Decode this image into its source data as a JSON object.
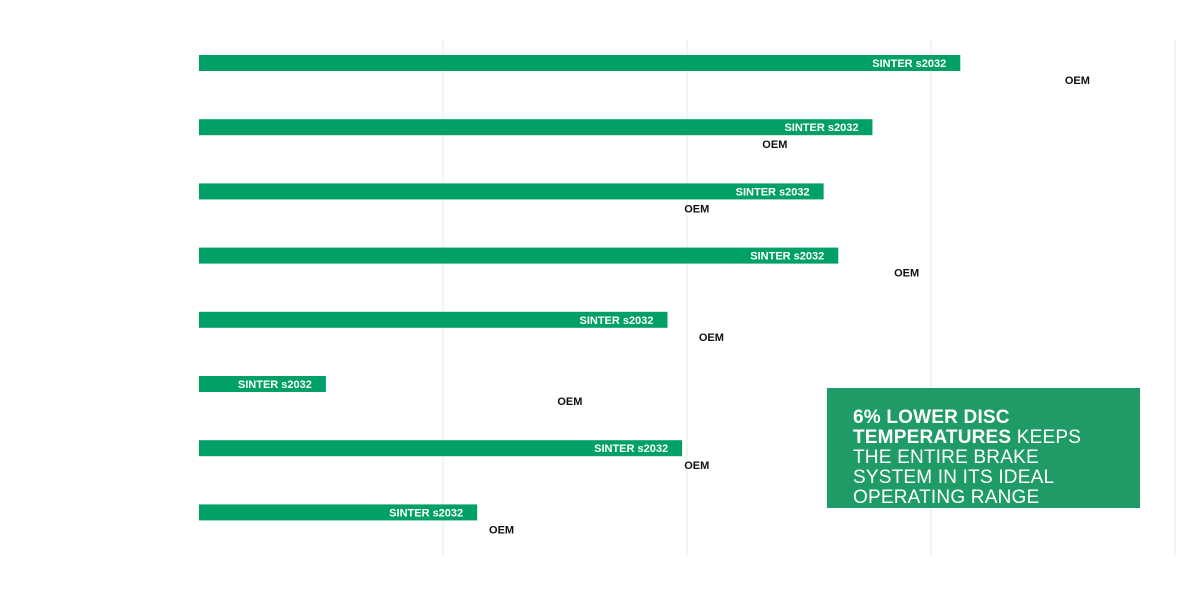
{
  "colors": {
    "bar": "#00a067",
    "callout_bg": "#1f9c66",
    "grid": "#e9e9e9",
    "oem_text": "#111111",
    "bar_text": "#ffffff"
  },
  "chart_data": {
    "type": "bar",
    "orientation": "horizontal",
    "grid": true,
    "x_axis_visible": false,
    "xlim": [
      0,
      100
    ],
    "categories": [
      "",
      "",
      "",
      "",
      "",
      "",
      "",
      ""
    ],
    "series": [
      {
        "name": "SINTER s2032",
        "values": [
          78,
          69,
          64,
          65.5,
          48,
          13,
          49.5,
          28.5
        ]
      },
      {
        "name": "OEM",
        "values": [
          90,
          59,
          51,
          72.5,
          52.5,
          38,
          51,
          31
        ]
      }
    ]
  },
  "callout": {
    "bold_text": "6% LOWER DISC TEMPERATURES",
    "regular_text": " KEEPS THE ENTIRE BRAKE SYSTEM IN ITS IDEAL OPERATING RANGE"
  }
}
